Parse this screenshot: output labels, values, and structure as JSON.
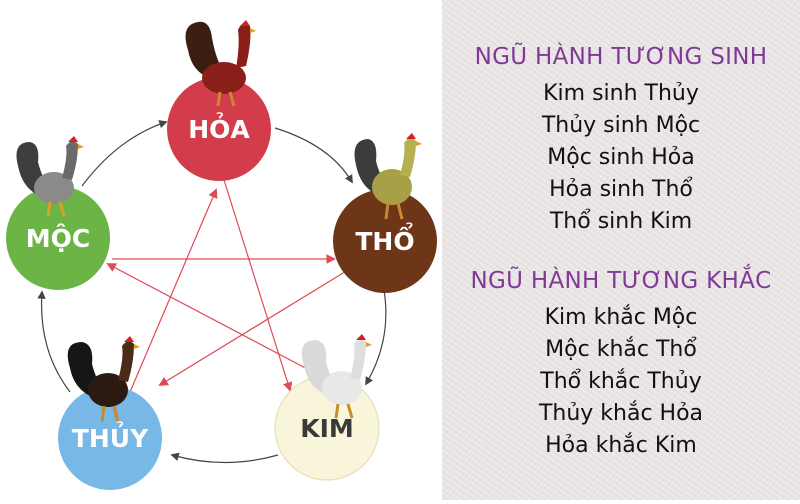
{
  "diagram": {
    "elements": [
      {
        "id": "hoa",
        "label": "HỎA",
        "color": "#d33d4b",
        "text_color": "#ffffff"
      },
      {
        "id": "tho",
        "label": "THỔ",
        "color": "#6e3618",
        "text_color": "#ffffff"
      },
      {
        "id": "kim",
        "label": "KIM",
        "color": "#f8f5da",
        "text_color": "#3a3a3a"
      },
      {
        "id": "thuy",
        "label": "THỦY",
        "color": "#78b8e6",
        "text_color": "#ffffff"
      },
      {
        "id": "moc",
        "label": "MỘC",
        "color": "#6cb445",
        "text_color": "#ffffff"
      }
    ],
    "generating_cycle_color": "#444444",
    "controlling_star_color": "#e04a55"
  },
  "sections": [
    {
      "heading": "NGŨ HÀNH TƯƠNG SINH",
      "lines": [
        "Kim sinh Thủy",
        "Thủy sinh Mộc",
        "Mộc sinh Hỏa",
        "Hỏa sinh Thổ",
        "Thổ sinh Kim"
      ]
    },
    {
      "heading": "NGŨ HÀNH TƯƠNG KHẮC",
      "lines": [
        "Kim khắc Mộc",
        "Mộc khắc Thổ",
        "Thổ khắc Thủy",
        "Thủy khắc Hỏa",
        "Hỏa khắc Kim"
      ]
    }
  ],
  "colors": {
    "heading": "#7e3a96",
    "body_text": "#111111",
    "panel_background": "#ece6e6"
  }
}
